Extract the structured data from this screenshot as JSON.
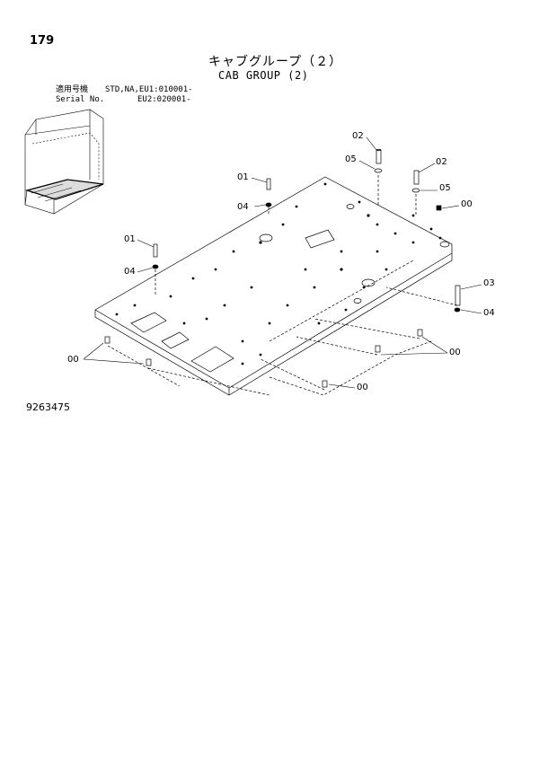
{
  "page": {
    "number": "179",
    "document_number": "9263475"
  },
  "title": {
    "japanese": "キャブグループ（２）",
    "english": "CAB GROUP (2)"
  },
  "serial": {
    "label_jp": "適用号機",
    "label_en": "Serial No.",
    "std_code": "STD,NA,EU1:010001-",
    "eu2_code": "EU2:020001-"
  },
  "callouts": {
    "c02a": "02",
    "c05a": "05",
    "c02b": "02",
    "c05b": "05",
    "c00a": "00",
    "c01a": "01",
    "c04a": "04",
    "c01b": "01",
    "c04b": "04",
    "c03": "03",
    "c04c": "04",
    "c00b": "00",
    "c00c": "00",
    "c00d": "00"
  }
}
